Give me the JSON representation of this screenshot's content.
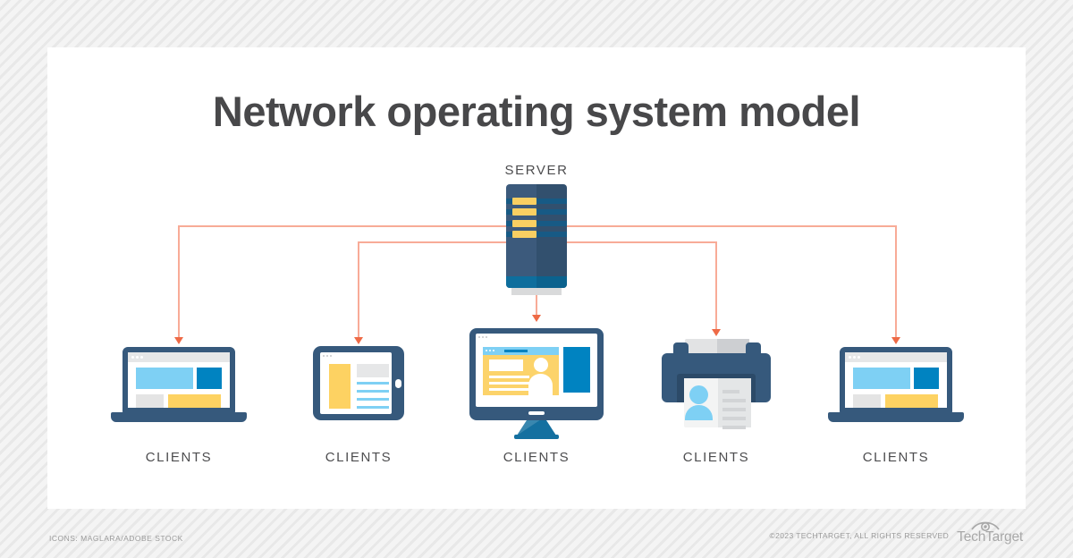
{
  "diagram": {
    "title": "Network operating system model",
    "server": {
      "label": "SERVER",
      "icon": "server-rack-icon"
    },
    "clients": [
      {
        "label": "CLIENTS",
        "icon": "laptop-icon"
      },
      {
        "label": "CLIENTS",
        "icon": "tablet-icon"
      },
      {
        "label": "CLIENTS",
        "icon": "desktop-monitor-icon"
      },
      {
        "label": "CLIENTS",
        "icon": "printer-icon"
      },
      {
        "label": "CLIENTS",
        "icon": "laptop-icon"
      }
    ],
    "topology": "star",
    "edges": [
      {
        "from": "server",
        "to": "client-1"
      },
      {
        "from": "server",
        "to": "client-2"
      },
      {
        "from": "server",
        "to": "client-3"
      },
      {
        "from": "server",
        "to": "client-4"
      },
      {
        "from": "server",
        "to": "client-5"
      }
    ]
  },
  "footer": {
    "credits": "ICONS: MAGLARA/ADOBE STOCK",
    "copyright": "©2023 TECHTARGET, ALL RIGHTS RESERVED",
    "brand": "TechTarget"
  },
  "palette": {
    "card_bg": "#ffffff",
    "stripe_light": "#f4f4f4",
    "stripe_dark": "#e8e8e8",
    "text_dark": "#48484a",
    "text_label": "#4d4d4f",
    "text_muted": "#9b9b9b",
    "navy": "#36597c",
    "deep_navy": "#2c4a68",
    "blue": "#0083c1",
    "light_blue": "#7ed0f4",
    "yellow": "#fdd262",
    "line": "#f8ab97",
    "arrow": "#ee6a46",
    "server_left": "#3c5a7c",
    "server_right": "#32506e",
    "server_stripe": "#175a85",
    "server_bar": "#f9cf62",
    "server_band_l": "#0e6e9d",
    "server_band_r": "#0b628e",
    "stand_blue": "#1470a0",
    "base_gray": "#d9dadb",
    "gray_ui": "#e6e7e8"
  }
}
